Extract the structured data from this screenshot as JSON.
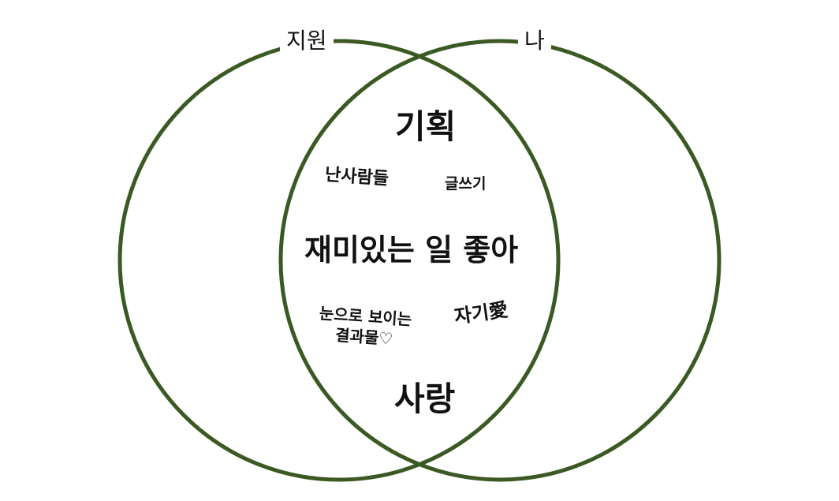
{
  "sets": {
    "left": "지원",
    "right": "나"
  },
  "overlap_terms": {
    "plan": "기획",
    "people": "난사람들",
    "writing": "글쓰기",
    "fun": "재미있는 일 좋아",
    "visible_line1": "눈으로 보이는",
    "visible_line2": "결과물♡",
    "selflove": "자기愛",
    "love": "사랑"
  },
  "colors": {
    "circle_stroke": "#3b5a23",
    "text": "#111111",
    "background": "#ffffff"
  }
}
